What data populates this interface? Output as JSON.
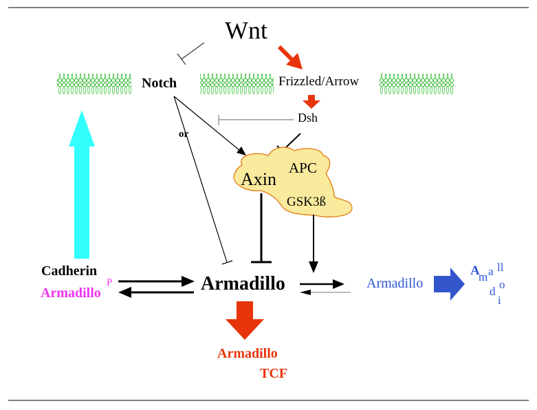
{
  "labels": {
    "wnt": "Wnt",
    "notch": "Notch",
    "frizzled": "Frizzled/Arrow",
    "dsh": "Dsh",
    "or": "or",
    "axin": "Axin",
    "apc": "APC",
    "gsk": "GSK3ß",
    "cadherin": "Cadherin",
    "armadillo_p": "Armadillo",
    "phospho": "P",
    "armadillo_main": "Armadillo",
    "armadillo_right": "Armadillo",
    "armadillo_tcf_1": "Armadillo",
    "armadillo_tcf_2": "TCF",
    "scatter_a": "A",
    "scatter_m": "m",
    "scatter_a2": "a",
    "scatter_ll": "ll",
    "scatter_d": "d",
    "scatter_o": "o",
    "scatter_i": "i"
  },
  "colors": {
    "black": "#000000",
    "red_arrow": "#e8340a",
    "cyan_arrow": "#33ffff",
    "blue": "#2b55d6",
    "blue_arrow": "#3355cc",
    "magenta": "#ee33ee",
    "membrane": "#3cbf3c",
    "complex_fill": "#fff3a8",
    "complex_edge": "#e07a10",
    "rule": "#333333"
  }
}
